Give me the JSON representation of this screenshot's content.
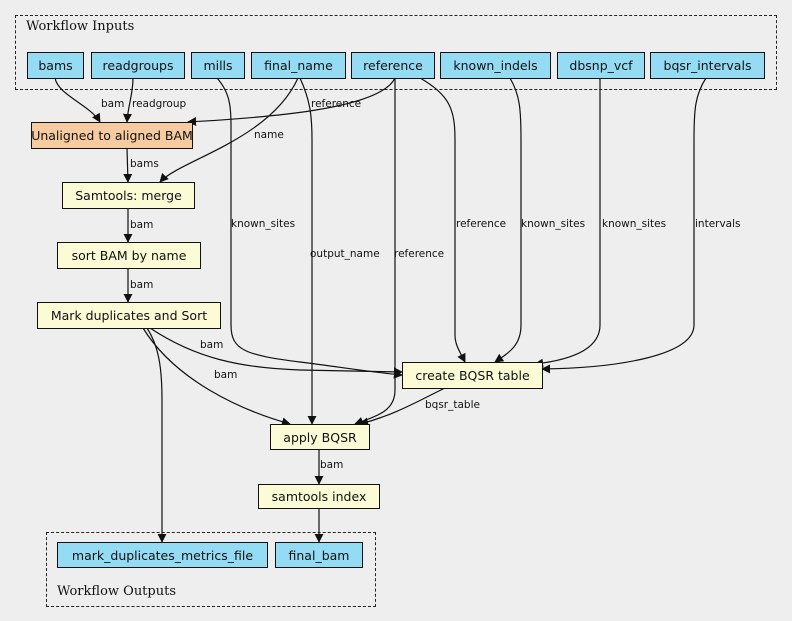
{
  "clusters": {
    "inputs_title": "Workflow Inputs",
    "outputs_title": "Workflow Outputs"
  },
  "inputs": {
    "bams": "bams",
    "readgroups": "readgroups",
    "mills": "mills",
    "final_name": "final_name",
    "reference": "reference",
    "known_indels": "known_indels",
    "dbsnp_vcf": "dbsnp_vcf",
    "bqsr_intervals": "bqsr_intervals"
  },
  "steps": {
    "unaligned": "Unaligned to aligned BAM",
    "merge": "Samtools: merge",
    "sort": "sort BAM by name",
    "markdup": "Mark duplicates and Sort",
    "bqsr_table": "create BQSR table",
    "apply_bqsr": "apply BQSR",
    "index": "samtools index"
  },
  "outputs": {
    "metrics": "mark_duplicates_metrics_file",
    "final_bam": "final_bam"
  },
  "edge_labels": {
    "bams_bam": "bam",
    "readgroups_readgroup": "readgroup",
    "reference_to_unaligned": "reference",
    "final_name_name": "name",
    "unaligned_bams": "bams",
    "merge_bam": "bam",
    "sort_bam": "bam",
    "mills_known_sites": "known_sites",
    "final_name_output_name": "output_name",
    "reference_to_apply": "reference",
    "reference_to_table": "reference",
    "known_indels_known_sites": "known_sites",
    "dbsnp_known_sites": "known_sites",
    "intervals": "intervals",
    "markdup_to_table": "bam",
    "markdup_to_apply": "bam",
    "bqsr_table": "bqsr_table",
    "apply_bam": "bam"
  },
  "colors": {
    "io_node": "#94dcf4",
    "step_node": "#fbfbd6",
    "aligned_node": "#f6cba0",
    "background": "#eeeeee"
  }
}
